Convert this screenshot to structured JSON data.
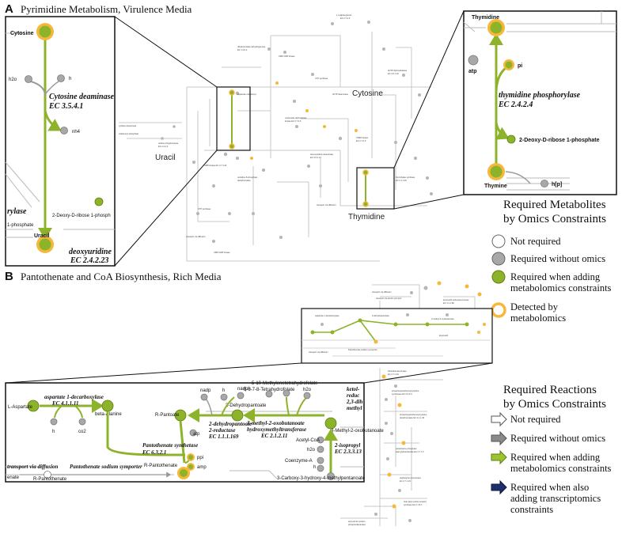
{
  "panel_a": {
    "letter": "A",
    "title": "Pyrimidine Metabolism, Virulence Media",
    "zoom_left": {
      "cytosine": "Cytosine",
      "h2o": "h2o",
      "h": "h",
      "nh4": "nh4",
      "enzyme": "Cytosine deaminase",
      "ec": "EC 3.5.4.1",
      "partial_enzyme": "rylase",
      "partial_phosphate": "1-phosphate",
      "deoxyribose": "2-Deoxy-D-ribose 1-phosph",
      "uracil": "Uracil",
      "enzyme2": "deoxyuridine",
      "ec2": "EC 2.4.2.23"
    },
    "overview": {
      "cytosine": "Cytosine",
      "uracil": "Uracil",
      "thymidine": "Thymidine"
    },
    "zoom_right": {
      "thymidine": "Thymidine",
      "atp": "atp",
      "pi": "pi",
      "enzyme": "thymidine phosphorylase",
      "ec": "EC 2.4.2.4",
      "deoxyribose": "2-Deoxy-D-ribose 1-phosphate",
      "thymine": "Thymine",
      "hp": "h[p]"
    }
  },
  "panel_b": {
    "letter": "B",
    "title": "Pantothenate and CoA Biosynthesis, Rich Media",
    "zoom": {
      "l_aspartate": "L-Aspartate",
      "enzyme1": "aspartate 1-decarboxylase",
      "ec1": "EC 4.1.1.11",
      "beta_alanine": "beta-Alanine",
      "h": "h",
      "co2": "co2",
      "r_pantoate": "R-Pantoate",
      "nadp": "nadp",
      "h2": "h",
      "nadph": "nadph",
      "dehydropantoate": "2-Dehydropantoate",
      "enzyme2": "2-dehydropantoate",
      "enzyme2b": "2-reductase",
      "ec2": "EC 1.1.1.169",
      "atp": "atp",
      "enzyme3": "Pantothenate synthetase",
      "ec3": "EC 6.3.2.1",
      "ppi": "ppi",
      "amp": "amp",
      "r_pantothenate": "R-Pantothenate",
      "methylene": "5-10-Methylenetetrahydrofolate",
      "thf": "5-6-7-8-Tetrahydrofolate",
      "h2o": "h2o",
      "enzyme4": "3-methyl-2-oxobutanoate",
      "enzyme4b": "hydroxymethyltransferase",
      "ec4": "EC 2.1.2.11",
      "methyl_oxobutanoate": "3-Methyl-2-oxobutanoate",
      "acetyl_coa": "Acetyl-CoA",
      "h2o_2": "h2o",
      "coenzyme_a": "Coenzyme-A",
      "h3": "h",
      "carboxy": "3-Carboxy-3-hydroxy-4-methylpentanoate",
      "ketol": "ketol-",
      "reduc": "reduc",
      "dih": "2,3-dih",
      "methyl": "methyl",
      "isopropyl": "2-isopropyl",
      "ec5": "EC 2.3.3.13",
      "methyl_oxo2": "3-Methyl-2-oxobutanoate",
      "transport": "transport via diffusion",
      "symporter": "Pantothenate sodium symporter",
      "r_pantothenate2": "R-Pantothenate",
      "enate": "enate"
    }
  },
  "metabolite_legend": {
    "title_1": "Required Metabolites",
    "title_2": "by Omics Constraints",
    "items": [
      "Not required",
      "Required without omics",
      "Required when adding",
      "metabolomics constraints",
      "Detected by",
      "metabolomics"
    ]
  },
  "reaction_legend": {
    "title_1": "Required Reactions",
    "title_2": "by Omics Constraints",
    "items": [
      "Not required",
      "Required without omics",
      "Required when adding",
      "metabolomics constraints",
      "Required when also",
      "adding transcriptomics",
      "constraints"
    ]
  },
  "colors": {
    "green": "#8db32b",
    "green_dark": "#5e7f13",
    "gray": "#a8a8a8",
    "orange": "#f6b83c",
    "navy": "#1d2f6a"
  }
}
